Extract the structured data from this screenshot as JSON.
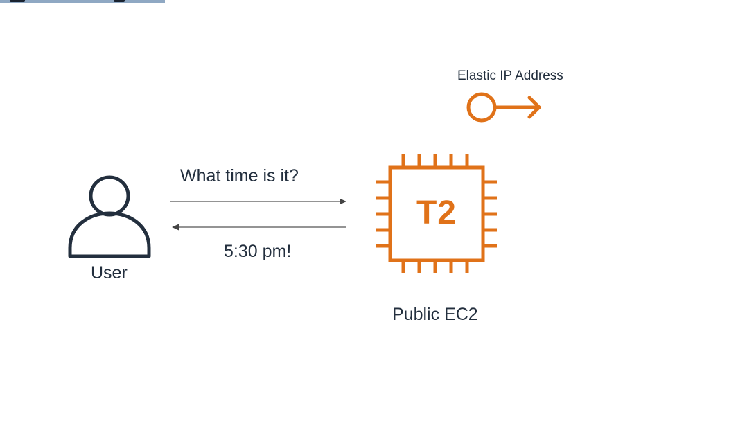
{
  "user": {
    "label": "User"
  },
  "request": {
    "label": "What time is it?"
  },
  "response": {
    "label": "5:30 pm!"
  },
  "ec2": {
    "chip_text": "T2",
    "label": "Public EC2"
  },
  "eip": {
    "label": "Elastic IP Address"
  },
  "colors": {
    "ink": "#232f3e",
    "aws_orange": "#e07219",
    "arrow": "#555555",
    "top_bar": "#8fa8c3"
  },
  "icons": [
    "user-icon",
    "ec2-chip-icon",
    "elastic-ip-icon"
  ]
}
